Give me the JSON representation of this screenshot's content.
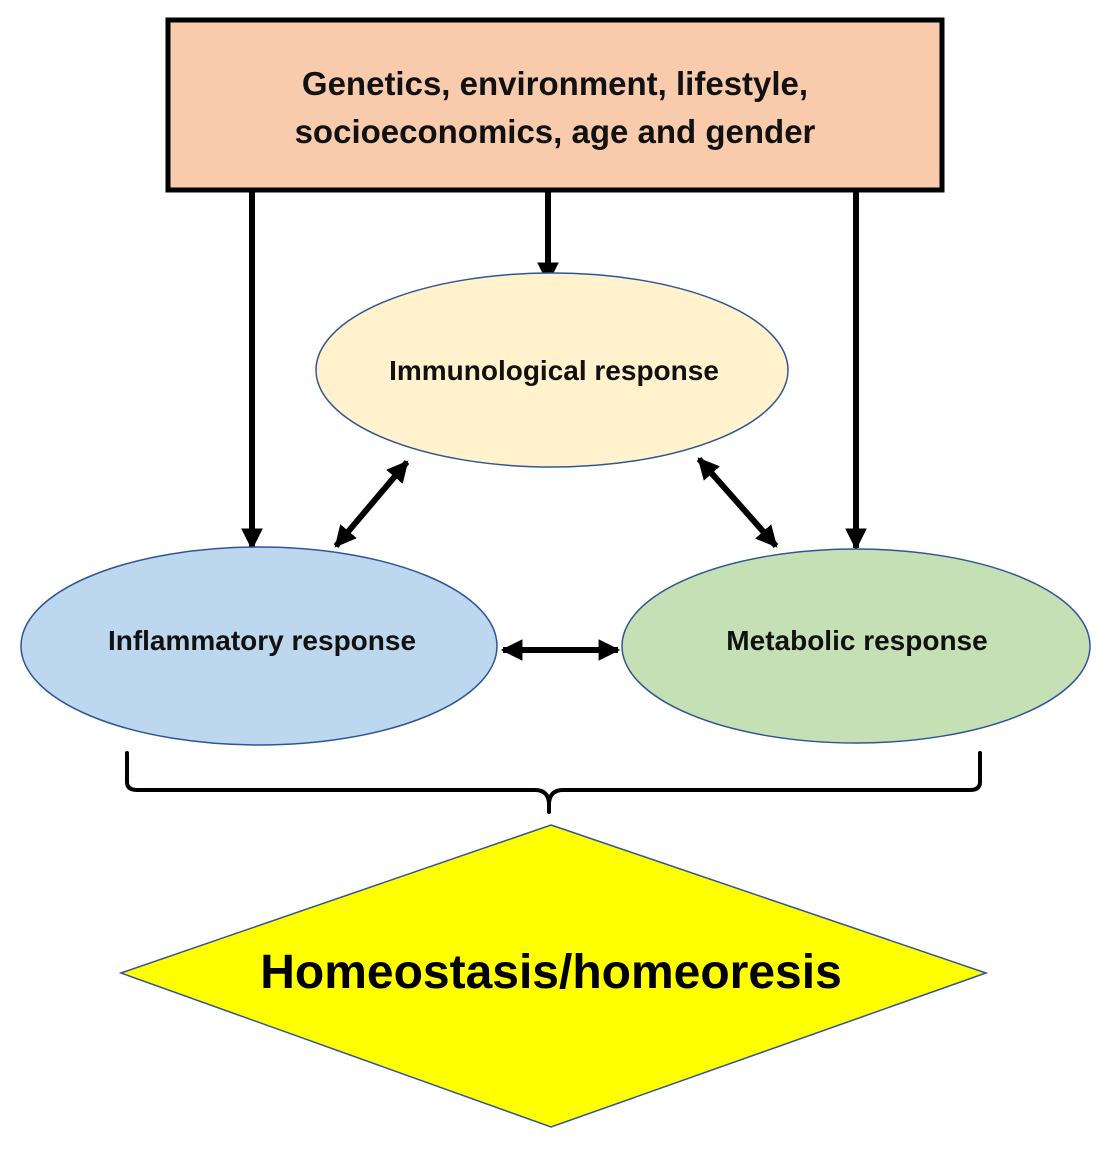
{
  "top_box": {
    "line1": "Genetics, environment, lifestyle,",
    "line2": "socioeconomics, age and gender",
    "fill": "#F8CBAD",
    "stroke": "#000000"
  },
  "nodes": {
    "immunological": {
      "label": "Immunological response",
      "fill": "#FFF2CC"
    },
    "inflammatory": {
      "label": "Inflammatory response",
      "fill": "#BDD7EE"
    },
    "metabolic": {
      "label": "Metabolic response",
      "fill": "#C5E0B4"
    }
  },
  "outcome": {
    "label": "Homeostasis/homeoresis",
    "fill": "#FFFF00"
  },
  "colors": {
    "ellipse_stroke": "#2F5597",
    "arrow": "#000000"
  }
}
